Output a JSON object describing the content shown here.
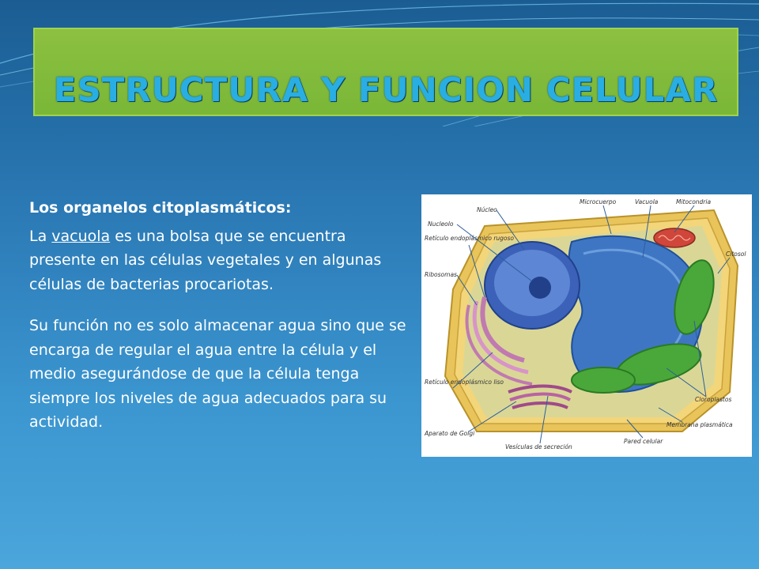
{
  "slide": {
    "title": "ESTRUCTURA Y FUNCION CELULAR",
    "heading": "Los organelos citoplasmáticos:",
    "para1_prefix": "La ",
    "para1_link": "vacuola",
    "para1_rest": " es una bolsa que se encuentra presente en las células vegetales y en algunas células de bacterias procariotas.",
    "para2": "Su función no es solo almacenar agua sino que se encarga de regular el agua entre la célula y el medio asegurándose de que la célula tenga siempre los niveles de agua adecuados para su actividad."
  },
  "diagram": {
    "labels": {
      "nucleo": "Núcleo",
      "nucleolo": "Nucleolo",
      "reticulo_rugoso": "Retículo endoplásmico rugoso",
      "ribosomas": "Ribosomas",
      "microcuerpo": "Microcuerpo",
      "vacuola": "Vacuola",
      "mitocondria": "Mitocondria",
      "citosol": "Citosol",
      "reticulo_liso": "Retículo endoplásmico liso",
      "aparato_golgi": "Aparato de Golgi",
      "vesiculas": "Vesículas de secreción",
      "pared": "Pared celular",
      "membrana": "Membrana plasmática",
      "cloroplastos": "Cloroplastos"
    }
  },
  "colors": {
    "title_bar": "#7ab737",
    "title_text": "#29aee3",
    "body_text": "#ffffff",
    "background_top": "#1b5d93",
    "background_bottom": "#4ba6dc"
  }
}
